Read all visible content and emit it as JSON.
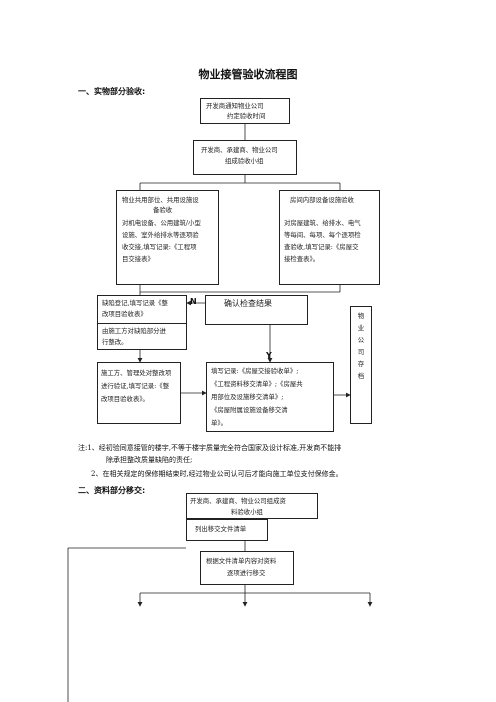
{
  "title": "物业接管验收流程图",
  "section1": "一、实物部分验收:",
  "section2": "二、资料部分移交:",
  "boxes": {
    "b1": [
      "开发商通知物业公司",
      "约定验收时间"
    ],
    "b2": [
      "开发商、承建商、物业公司",
      "组成验收小组"
    ],
    "b3_head": [
      "物业共用部位、共用设施设",
      "备验收"
    ],
    "b3_body": [
      "对机电设备、公用建筑/小型",
      "设施、室外给排水等逐项验",
      "收交接,填写记录:《工程项",
      "目交接表》"
    ],
    "b4_head": [
      "房间内部设备设施验收"
    ],
    "b4_body": [
      "对房屋建筑、给排水、电气",
      "等每间、每项、每个逐项检",
      "查验收,填写记录:《房屋交",
      "接检查表》。"
    ],
    "b5": [
      "缺陷登记,填写记录《整",
      "改项目验收表》"
    ],
    "b5b": [
      "由施工方对缺陷部分进",
      "行整改。"
    ],
    "b6": [
      "确认检查结果"
    ],
    "b7": [
      "施工方、管理处对整改项",
      "进行验证,填写记录:《整",
      "改项目验收表》。"
    ],
    "b8": [
      "填写记录:《房屋交接验收单》;",
      "《工程资料移交清单》;《房屋共",
      "用部位及设施移交清单》;",
      "《房屋附属设施设备移交清",
      "单》。"
    ],
    "b9": [
      "物",
      "业",
      "公",
      "司",
      "存",
      "档"
    ],
    "b10": [
      "开发商、承建商、物业公司组成资",
      "料验收小组"
    ],
    "b11": [
      "列出移交文件清单"
    ],
    "b12": [
      "根据文件清单内容对资料",
      "逐项进行移交"
    ]
  },
  "marks": {
    "n": "N",
    "y": "Y"
  },
  "notes": {
    "n1a": "注:1、经初验同意接管的楼宇,不等于楼宇质量完全符合国家及设计标准,开发商不能排",
    "n1b": "除承担整改质量缺陷的责任;",
    "n2": "2、在相关规定的保修期结束时,经过物业公司认可后才能向施工单位支付保修金。"
  }
}
